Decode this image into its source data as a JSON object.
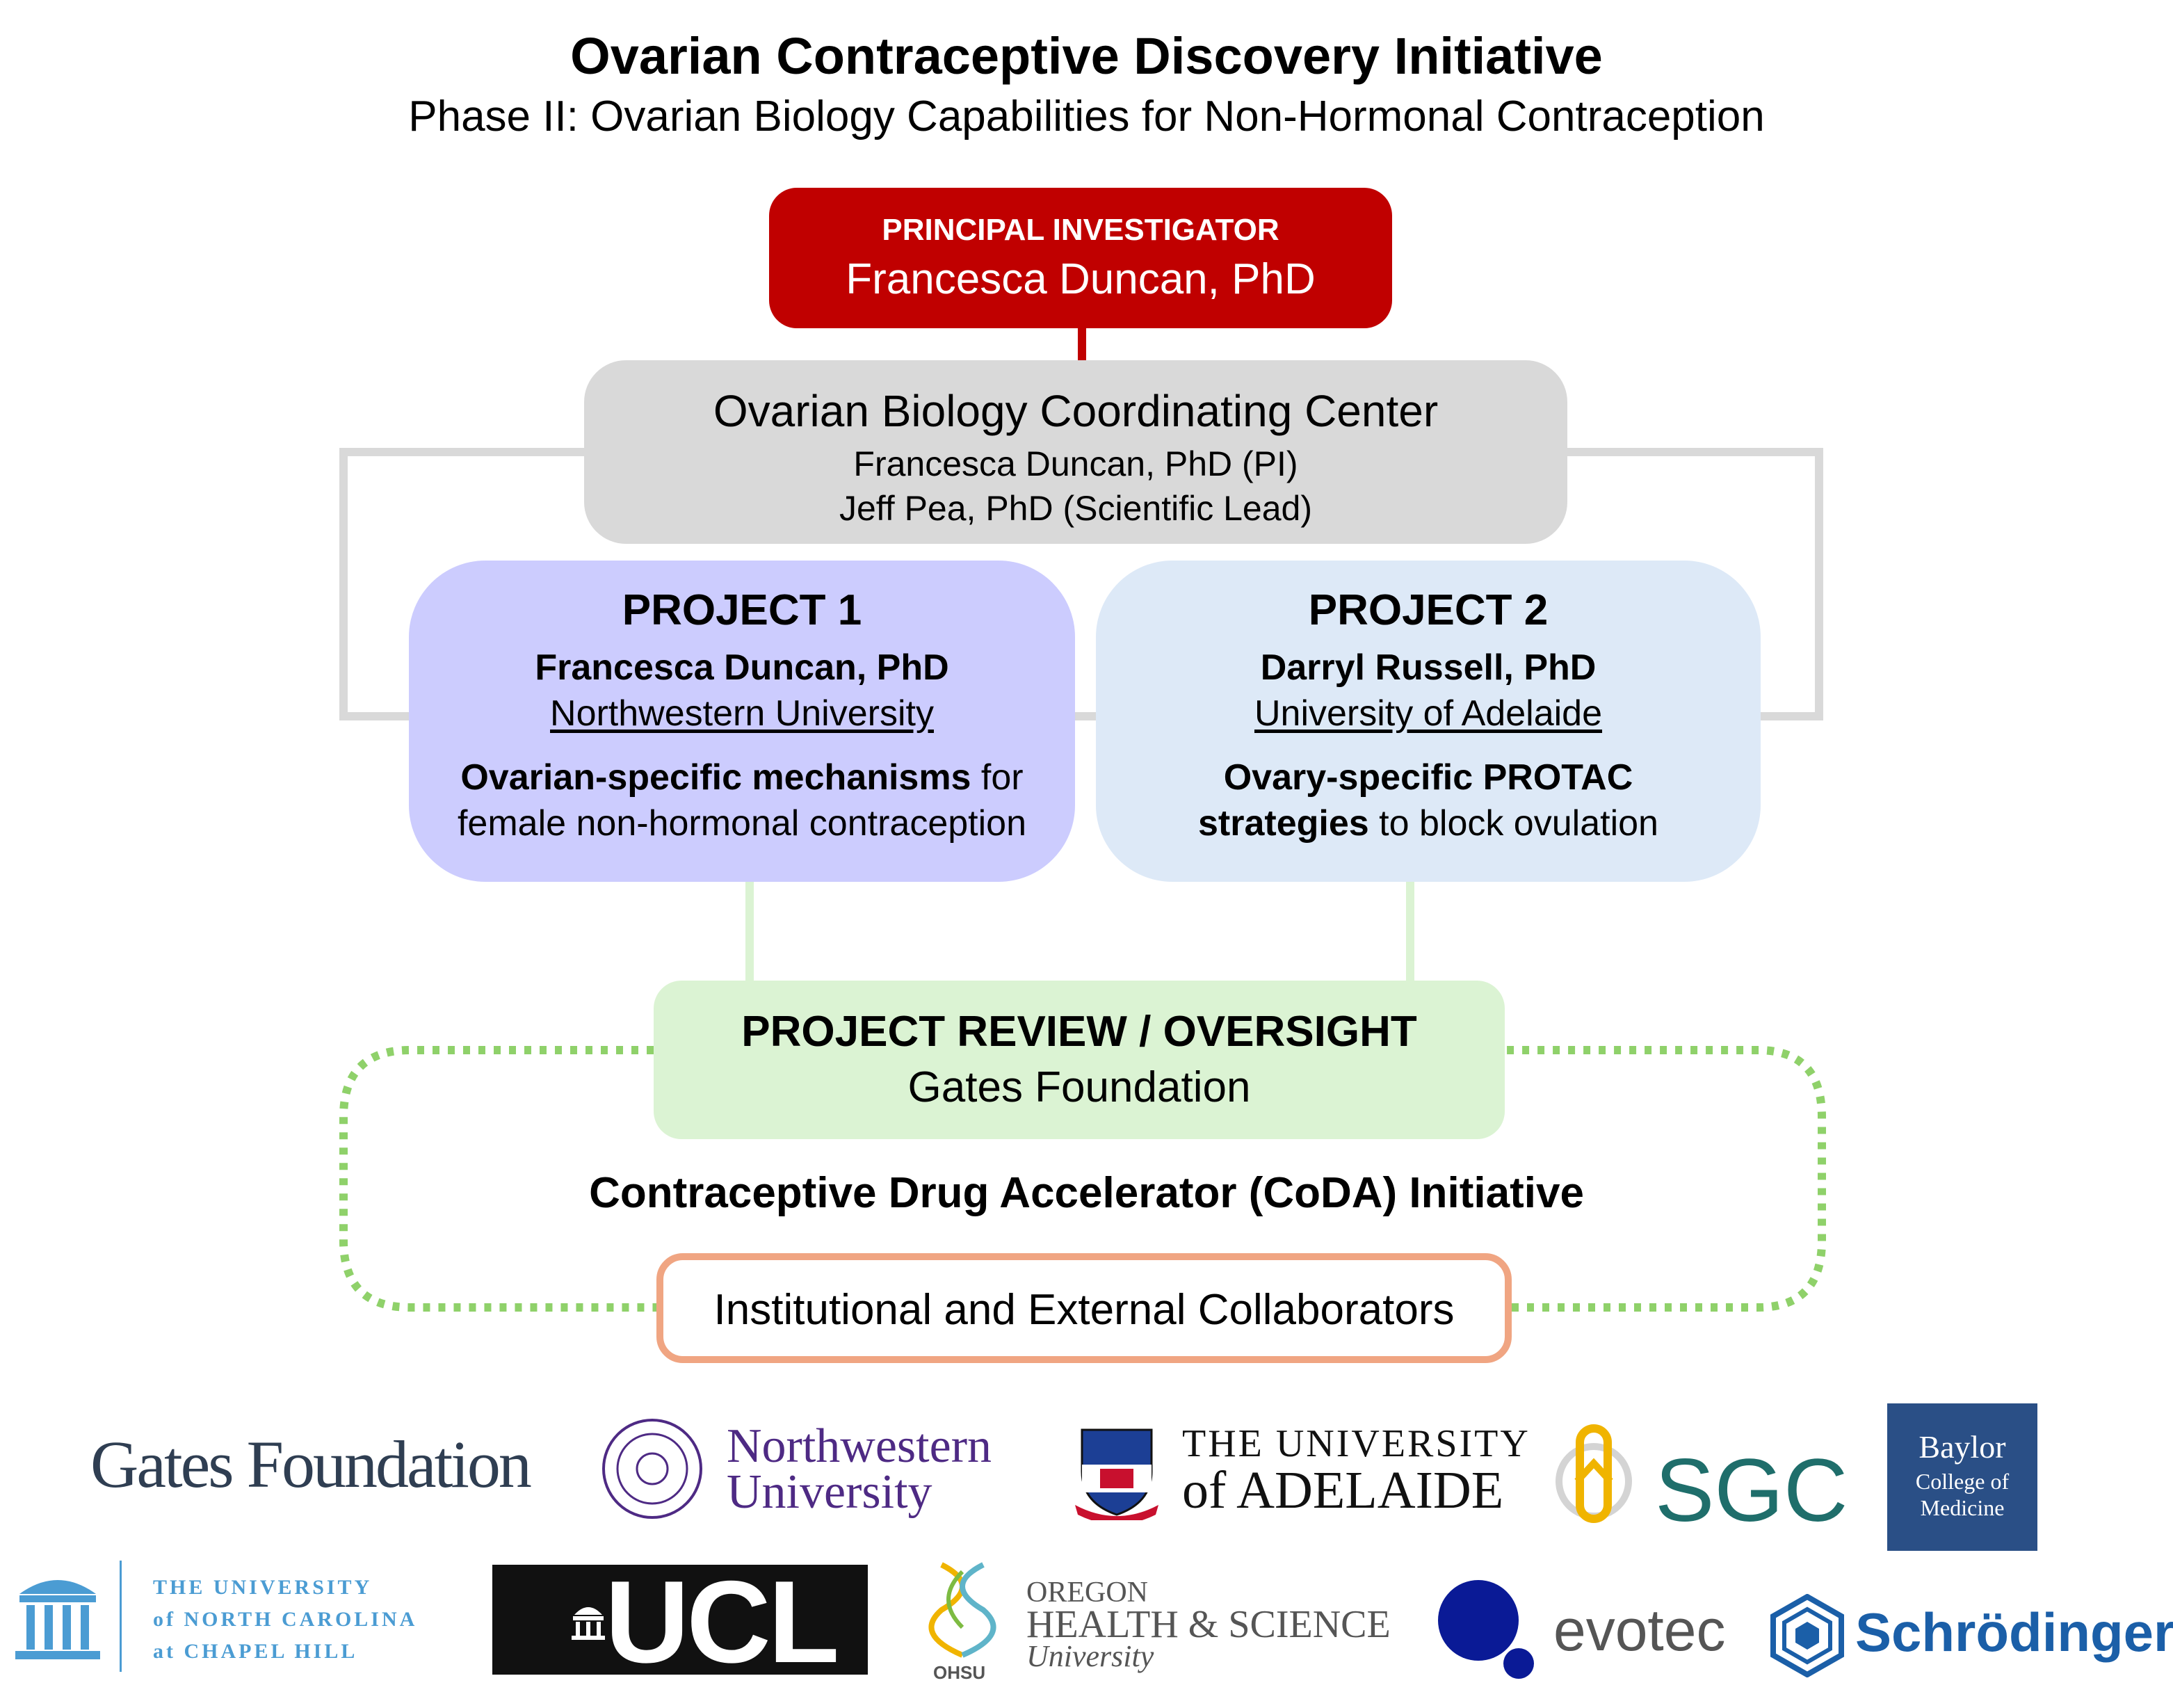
{
  "header": {
    "title": "Ovarian Contraceptive Discovery Initiative",
    "subtitle": "Phase II: Ovarian Biology Capabilities for Non-Hormonal Contraception"
  },
  "pi": {
    "label": "PRINCIPAL INVESTIGATOR",
    "name": "Francesca Duncan, PhD"
  },
  "coordinating_center": {
    "title": "Ovarian Biology Coordinating Center",
    "line1": "Francesca Duncan, PhD (PI)",
    "line2": "Jeff Pea, PhD (Scientific Lead)"
  },
  "projects": [
    {
      "title": "PROJECT 1",
      "lead": "Francesca Duncan, PhD",
      "institution": "Northwestern University",
      "desc_bold": "Ovarian-specific mechanisms",
      "desc_rest": " for",
      "desc_line2": "female non-hormonal contraception"
    },
    {
      "title": "PROJECT 2",
      "lead": "Darryl Russell, PhD",
      "institution": "University of Adelaide",
      "desc_line1": "Ovary-specific PROTAC",
      "desc_bold2": "strategies",
      "desc_rest2": " to block ovulation"
    }
  ],
  "review": {
    "title": "PROJECT REVIEW / OVERSIGHT",
    "org": "Gates Foundation"
  },
  "coda": "Contraceptive Drug Accelerator (CoDA) Initiative",
  "collaborators": "Institutional and External Collaborators",
  "logos": {
    "gates": "Gates Foundation",
    "northwestern": [
      "Northwestern",
      "University"
    ],
    "adelaide": [
      "THE UNIVERSITY",
      "of ADELAIDE"
    ],
    "sgc": "SGC",
    "baylor": [
      "Baylor",
      "College of",
      "Medicine"
    ],
    "unc": [
      "THE UNIVERSITY",
      "of NORTH CAROLINA",
      "at CHAPEL HILL"
    ],
    "ucl": "UCL",
    "ohsu": [
      "OREGON",
      "HEALTH & SCIENCE",
      "University"
    ],
    "ohsu_small": "OHSU",
    "evotec": "evotec",
    "schrodinger": "Schrödinger"
  },
  "colors": {
    "pi": "#c00000",
    "coordinating": "#d9d9d9",
    "project1": "#ccccfe",
    "project2": "#dde9f7",
    "review": "#dbf3d3",
    "collab_border": "#f0a582",
    "dotted": "#8fd16a"
  }
}
